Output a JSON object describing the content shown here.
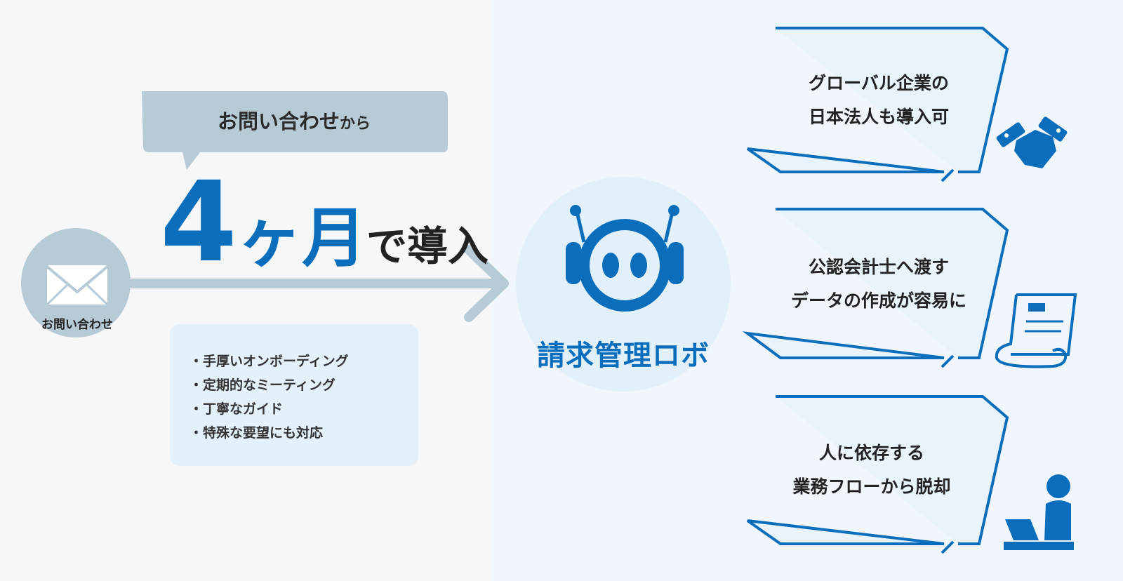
{
  "colors": {
    "accent": "#0b6ebd",
    "muted": "#b7cbd7",
    "panel": "#e4f1fa"
  },
  "left": {
    "bubble_main": "お問い合わせ",
    "bubble_suffix": "から",
    "contact_label": "お問い合わせ",
    "contact_icon": "envelope-icon",
    "headline": {
      "number": "4",
      "unit": "ヶ月",
      "rest": "で導入"
    },
    "features": [
      "手厚いオンボーディング",
      "定期的なミーティング",
      "丁寧なガイド",
      "特殊な要望にも対応"
    ]
  },
  "center": {
    "logo_text": "請求管理ロボ",
    "icon": "robot-icon"
  },
  "callouts": [
    {
      "line1": "グローバル企業の",
      "line2": "日本法人も導入可",
      "icon": "handshake-icon"
    },
    {
      "line1": "公認会計士へ渡す",
      "line2": "データの作成が容易に",
      "icon": "document-icon"
    },
    {
      "line1": "人に依存する",
      "line2": "業務フローから脱却",
      "icon": "person-at-desk-icon"
    }
  ]
}
